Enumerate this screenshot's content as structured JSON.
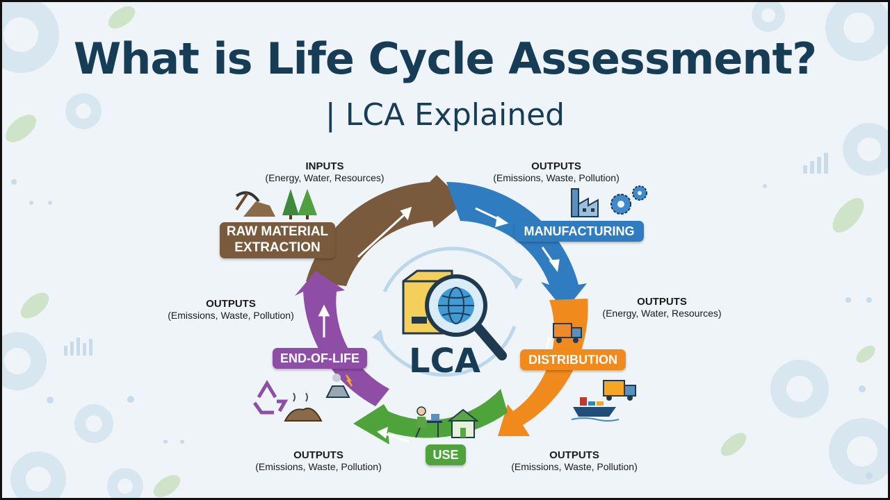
{
  "title": "What is Life Cycle Assessment?",
  "subtitle": "| LCA Explained",
  "center_label": "LCA",
  "stages": {
    "raw_material": "RAW MATERIAL\nEXTRACTION",
    "manufacturing": "MANUFACTURING",
    "distribution": "DISTRIBUTION",
    "use": "USE",
    "end_of_life": "END-OF-LIFE"
  },
  "flows": {
    "inputs_top": {
      "heading": "INPUTS",
      "detail": "(Energy, Water, Resources)"
    },
    "outputs_manufacturing": {
      "heading": "OUTPUTS",
      "detail": "(Emissions, Waste, Pollution)"
    },
    "outputs_distribution": {
      "heading": "OUTPUTS",
      "detail": "(Energy, Water, Resources)"
    },
    "outputs_bottom_right": {
      "heading": "OUTPUTS",
      "detail": "(Emissions, Waste, Pollution)"
    },
    "outputs_bottom_left": {
      "heading": "OUTPUTS",
      "detail": "(Emissions, Waste, Pollution)"
    },
    "outputs_left": {
      "heading": "OUTPUTS",
      "detail": "(Emissions, Waste, Pollution)"
    }
  },
  "colors": {
    "raw_material": "#7a5a3c",
    "manufacturing": "#2f7cc0",
    "distribution": "#f08a1c",
    "use": "#4ea33b",
    "end_of_life": "#8e4ea6",
    "title": "#173c55"
  },
  "icons": [
    "pickaxe-icon",
    "trees-icon",
    "factory-icon",
    "gears-icon",
    "truck-icon",
    "ship-icon",
    "person-desk-icon",
    "house-icon",
    "recycle-icon",
    "waste-pile-icon",
    "landfill-icon",
    "box-icon",
    "magnifier-globe-icon"
  ]
}
